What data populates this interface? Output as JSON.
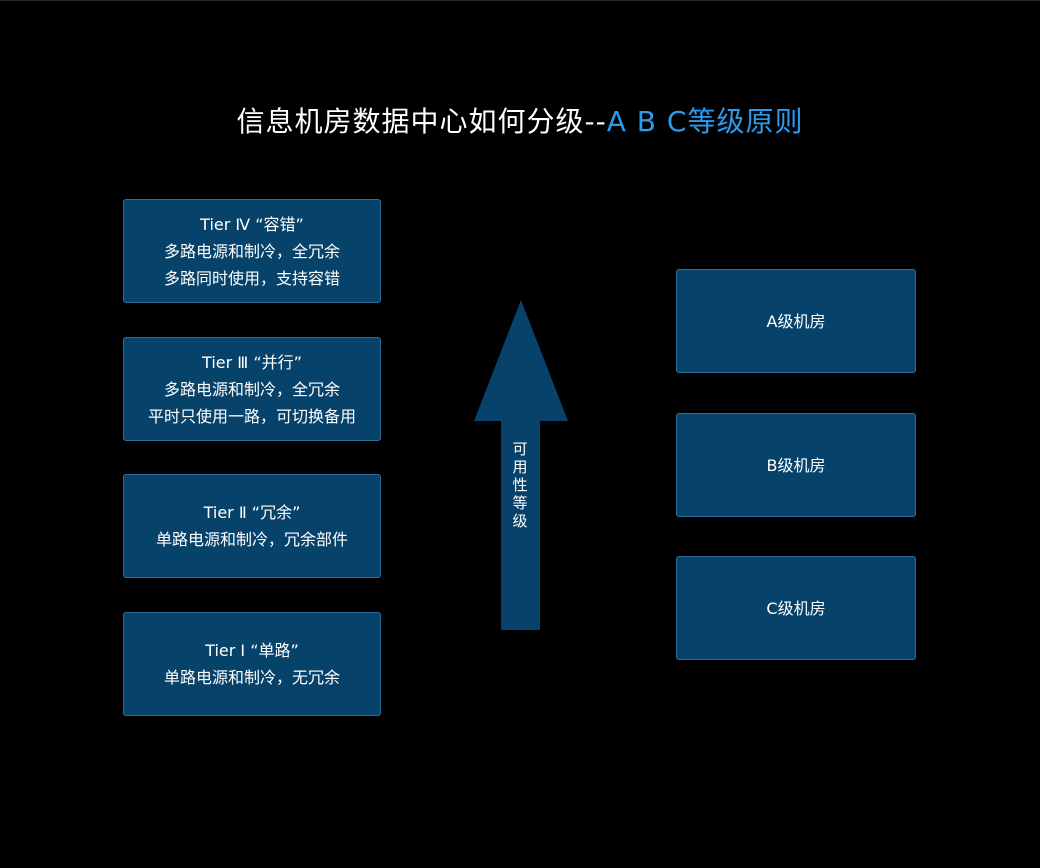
{
  "title": {
    "main": "信息机房数据中心如何分级--",
    "accent": "A B C等级原则"
  },
  "tiers": [
    {
      "heading": "Tier Ⅳ “容错”",
      "line1": "多路电源和制冷，全冗余",
      "line2": "多路同时使用，支持容错"
    },
    {
      "heading": "Tier Ⅲ “并行”",
      "line1": "多路电源和制冷，全冗余",
      "line2": "平时只使用一路，可切换备用"
    },
    {
      "heading": "Tier Ⅱ “冗余”",
      "line1": "单路电源和制冷，冗余部件"
    },
    {
      "heading": "Tier Ⅰ “单路”",
      "line1": "单路电源和制冷，无冗余"
    }
  ],
  "arrow": {
    "label": [
      "可",
      "用",
      "性",
      "等",
      "级"
    ]
  },
  "grades": [
    {
      "label": "A级机房"
    },
    {
      "label": "B级机房"
    },
    {
      "label": "C级机房"
    }
  ],
  "colors": {
    "background": "#000000",
    "box_fill": "#07426a",
    "box_border": "#2f6d99",
    "accent": "#2b9bf0"
  }
}
